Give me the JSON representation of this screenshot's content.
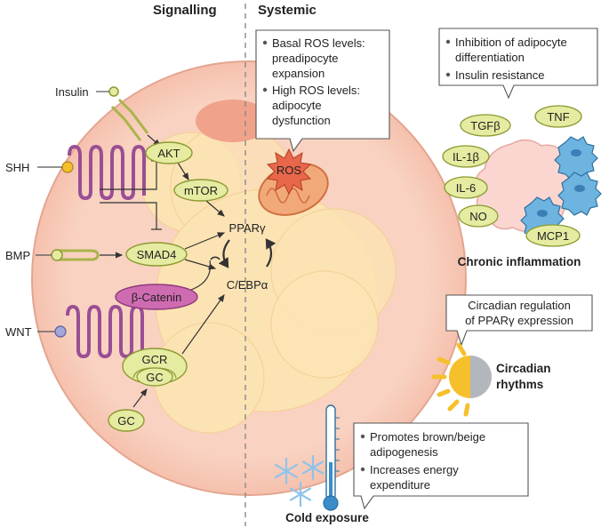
{
  "headers": {
    "signalling": "Signalling",
    "systemic": "Systemic"
  },
  "receptors": {
    "insulin": "Insulin",
    "shh": "SHH",
    "bmp": "BMP",
    "wnt": "WNT"
  },
  "nodes": {
    "akt": "AKT",
    "mtor": "mTOR",
    "smad4": "SMAD4",
    "bcatenin": "β-Catenin",
    "ppar": "PPARγ",
    "cebp": "C/EBPα",
    "gcr": "GCR",
    "gc_inner": "GC",
    "gc_outer": "GC",
    "ros": "ROS"
  },
  "ros_box": {
    "line1": "Basal ROS levels:",
    "line2": "preadipocyte",
    "line3": "expansion",
    "line4": "High ROS levels:",
    "line5": "adipocyte",
    "line6": "dysfunction"
  },
  "inflam_box": {
    "line1": "Inhibition of adipocyte",
    "line2": "differentiation",
    "line3": "Insulin resistance"
  },
  "cytokines": {
    "tgfb": "TGFβ",
    "tnf": "TNF",
    "il1b": "IL-1β",
    "il6": "IL-6",
    "no": "NO",
    "mcp1": "MCP1"
  },
  "chronic_label": "Chronic inflammation",
  "circadian_box": {
    "line1": "Circadian regulation",
    "line2": "of PPARγ expression"
  },
  "circadian_label": {
    "line1": "Circadian",
    "line2": "rhythms"
  },
  "cold_box": {
    "line1": "Promotes brown/beige",
    "line2": "adipogenesis",
    "line3": "Increases energy",
    "line4": "expenditure"
  },
  "cold_label": "Cold exposure",
  "colors": {
    "cell": "#F9D3C3",
    "cell_edge": "#E2A48F",
    "droplet": "#FBE1B0",
    "node": "#E5EBA0",
    "node_edge": "#8C9A33",
    "catenin": "#CF6BB1",
    "receptor_purple": "#9A4E94",
    "receptor_green": "#B7C15A",
    "ros": "#E8674A",
    "sun": "#F5C02B",
    "snow": "#8FC4EA"
  }
}
